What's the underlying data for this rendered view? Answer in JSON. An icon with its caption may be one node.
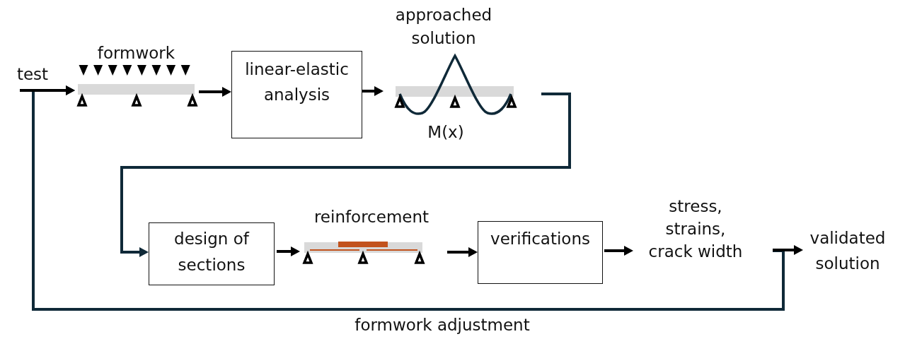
{
  "diagram": {
    "nodes": [
      {
        "text": [
          "test"
        ]
      },
      {
        "text": [
          "formwork"
        ]
      },
      {
        "text": [
          "linear-elastic analysis"
        ]
      },
      {
        "text": [
          "approached solution",
          "M(x)"
        ]
      },
      {
        "text": [
          "design of sections"
        ]
      },
      {
        "text": [
          "reinforcement"
        ]
      },
      {
        "text": [
          "verifications"
        ]
      },
      {
        "text": [
          "stress, strains, crack width"
        ]
      },
      {
        "text": [
          "validated solution"
        ]
      }
    ],
    "edges": [
      {
        "from": 0,
        "to": 1,
        "arrow": "to"
      },
      {
        "from": 1,
        "to": 2,
        "arrow": "to"
      },
      {
        "from": 2,
        "to": 3,
        "arrow": "to"
      },
      {
        "from": 3,
        "to": 4,
        "arrow": "to",
        "color": "#0f2938"
      },
      {
        "from": 4,
        "to": 5,
        "arrow": "to"
      },
      {
        "from": 5,
        "to": 6,
        "arrow": "to"
      },
      {
        "from": 6,
        "to": 7,
        "arrow": "to"
      },
      {
        "from": 7,
        "to": 8,
        "arrow": "to"
      },
      {
        "from": 7,
        "to": 1,
        "arrow": "to",
        "label": "formwork adjustment",
        "color": "#0f2938"
      }
    ]
  }
}
